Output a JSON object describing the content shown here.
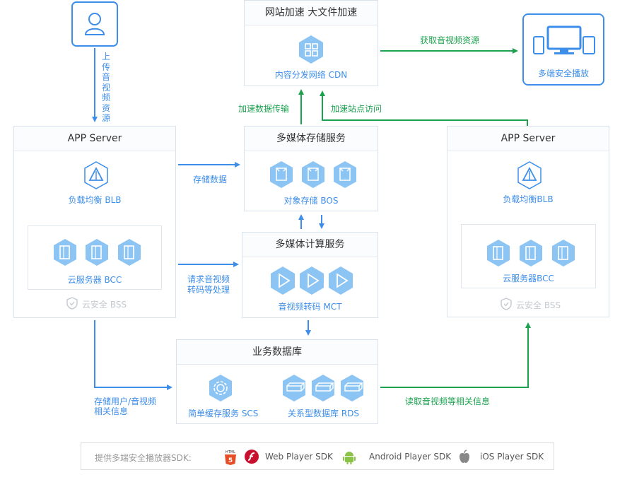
{
  "upload_label": "上传音视频资源",
  "cdn": {
    "header": "网站加速 大文件加速",
    "service": "内容分发网络 CDN"
  },
  "get_media_label": "获取音视频资源",
  "secure_play": "多端安全播放",
  "accel_transfer_label": "加速数据传输",
  "accel_site_label": "加速站点访问",
  "app_server_left": {
    "title": "APP Server",
    "blb": "负载均衡 BLB",
    "bcc": "云服务器 BCC",
    "bss": "云安全 BSS"
  },
  "app_server_right": {
    "title": "APP Server",
    "blb": "负载均衡BLB",
    "bcc": "云服务器BCC",
    "bss": "云安全 BSS"
  },
  "store_data_label": "存储数据",
  "storage": {
    "title": "多媒体存储服务",
    "service": "对象存储 BOS"
  },
  "compute": {
    "title": "多媒体计算服务",
    "service": "音视频转码 MCT"
  },
  "transcode_label": [
    "请求音视频",
    "转码等处理"
  ],
  "database": {
    "title": "业务数据库",
    "scs": "简单缓存服务 SCS",
    "rds": "关系型数据库 RDS"
  },
  "store_user_label": [
    "存储用户/音视频",
    "相关信息"
  ],
  "read_info_label": "读取音视频等相关信息",
  "sdk": {
    "intro": "提供多端安全播放器SDK:",
    "web": "Web Player SDK",
    "android": "Android Player SDK",
    "ios": "iOS Player SDK",
    "html5_badge": "HTML"
  },
  "colors": {
    "blue": "#3d8ee8",
    "green": "#1ca24f",
    "hex_fill": "#8cc4f4",
    "border": "#d9e3ee"
  }
}
